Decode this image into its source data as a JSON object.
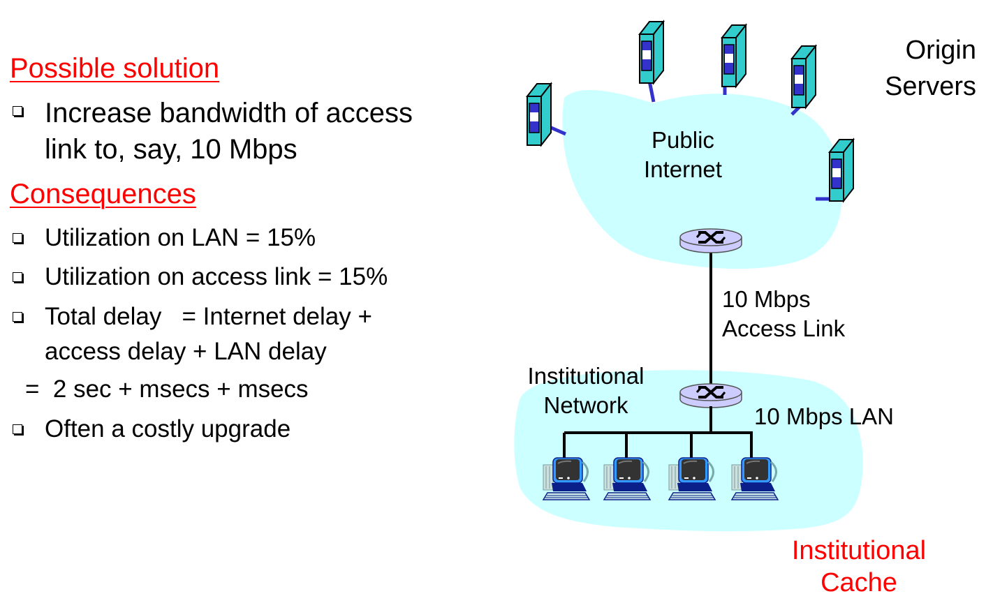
{
  "left_panel": {
    "solution_heading": "Possible solution",
    "solution_items": [
      {
        "line1": "Increase bandwidth of access",
        "line2": "link to, say, 10 Mbps"
      }
    ],
    "consequences_heading": "Consequences",
    "consequence_items": [
      {
        "text": "Utilization on LAN = 15%"
      },
      {
        "text": "Utilization on access link = 15%"
      },
      {
        "line1": "Total delay   = Internet delay +",
        "line2": "access delay + LAN delay"
      }
    ],
    "delay_result": "=  2 sec + msecs + msecs",
    "last_item": "Often a costly upgrade",
    "bullet_icon": "hollow-square-bullet",
    "heading_color": "#ff0000"
  },
  "diagram": {
    "origin_servers_label": {
      "line1": "Origin",
      "line2": "Servers"
    },
    "public_internet_label": {
      "line1": "Public",
      "line2": "Internet"
    },
    "access_link_label": {
      "line1": "10 Mbps",
      "line2": "Access Link"
    },
    "institutional_network_label": {
      "line1": "Institutional",
      "line2": "Network"
    },
    "lan_label": "10 Mbps LAN",
    "cache_label": {
      "line1": "Institutional",
      "line2": "Cache"
    },
    "server_count": 5,
    "pc_count": 4,
    "colors": {
      "cloud": "#ccffff",
      "server_body": "#33cccc",
      "server_panel": "#3333cc",
      "link": "#3333cc",
      "router": "#ccccff",
      "cache_label": "#ff0000"
    }
  }
}
